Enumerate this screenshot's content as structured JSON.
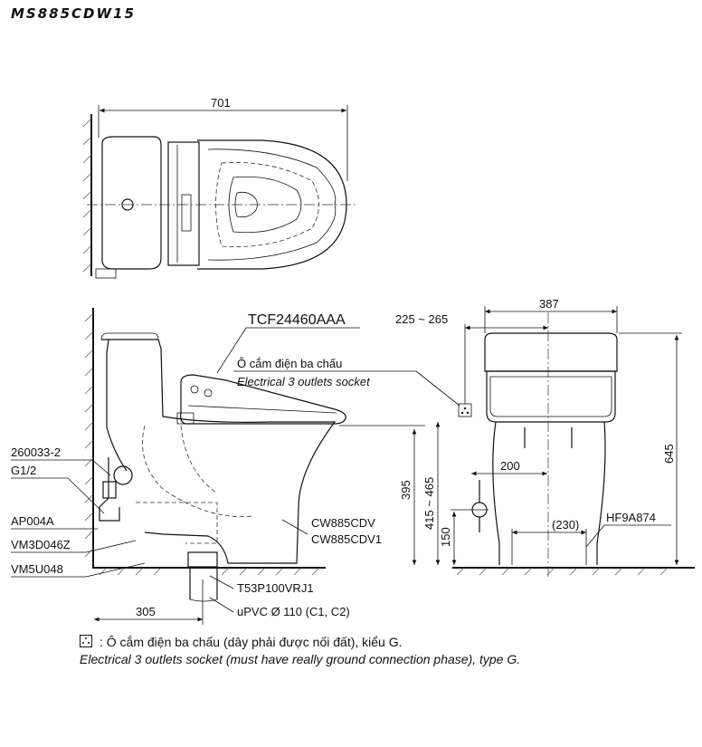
{
  "title": "MS885CDW15",
  "top_view": {
    "width_dim": "701"
  },
  "side_view": {
    "seat_model": "TCF24460AAA",
    "socket_vi": "Ô cắm điện ba chấu",
    "socket_en": "Electrical 3 outlets socket",
    "labels": {
      "l1": "260033-2",
      "l2": "G1/2",
      "l3": "AP004A",
      "l4": "VM3D046Z",
      "l5": "VM5U048",
      "body1": "CW885CDV",
      "body2": "CW885CDV1",
      "flange": "T53P100VRJ1",
      "pipe": "uPVC Ø 110 (C1, C2)"
    },
    "dims": {
      "d305": "305",
      "d395": "395",
      "d415": "415 ~ 465"
    }
  },
  "front_view": {
    "dims": {
      "d225": "225 ~ 265",
      "d387": "387",
      "d645": "645",
      "d200": "200",
      "d150": "150",
      "d230": "(230)"
    },
    "bolt": "HF9A874"
  },
  "legend": {
    "line_vi": ": Ô cắm điện ba chấu (dây phải được nối đất), kiểu G.",
    "line_en": "Electrical 3 outlets socket (must have really ground connection phase), type G."
  }
}
